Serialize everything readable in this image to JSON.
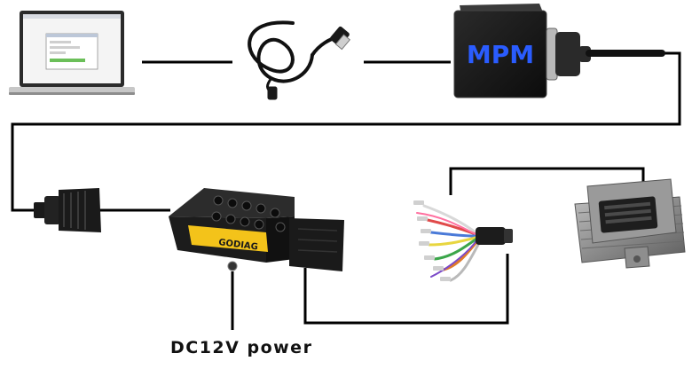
{
  "devices": {
    "laptop": {
      "name": "laptop",
      "screen_color": "#f4f4f4"
    },
    "usb_cable": {
      "name": "usb-cable"
    },
    "programmer": {
      "brand_text": "MPM",
      "body_color": "#151515",
      "text_color": "#2a5cff"
    },
    "obd_connector": {
      "name": "obd-female-connector"
    },
    "breakout_box": {
      "brand_text": "GODIAG",
      "body_color": "#1e1e1e",
      "accent_color": "#f3c31a"
    },
    "jumper_harness": {
      "name": "jumper-wire-harness"
    },
    "ecu": {
      "name": "ecu-module",
      "body_color": "#8a8a8a"
    }
  },
  "power_label": "DC12V power",
  "colors": {
    "line": "#000000",
    "accent": "#2a5cff"
  }
}
